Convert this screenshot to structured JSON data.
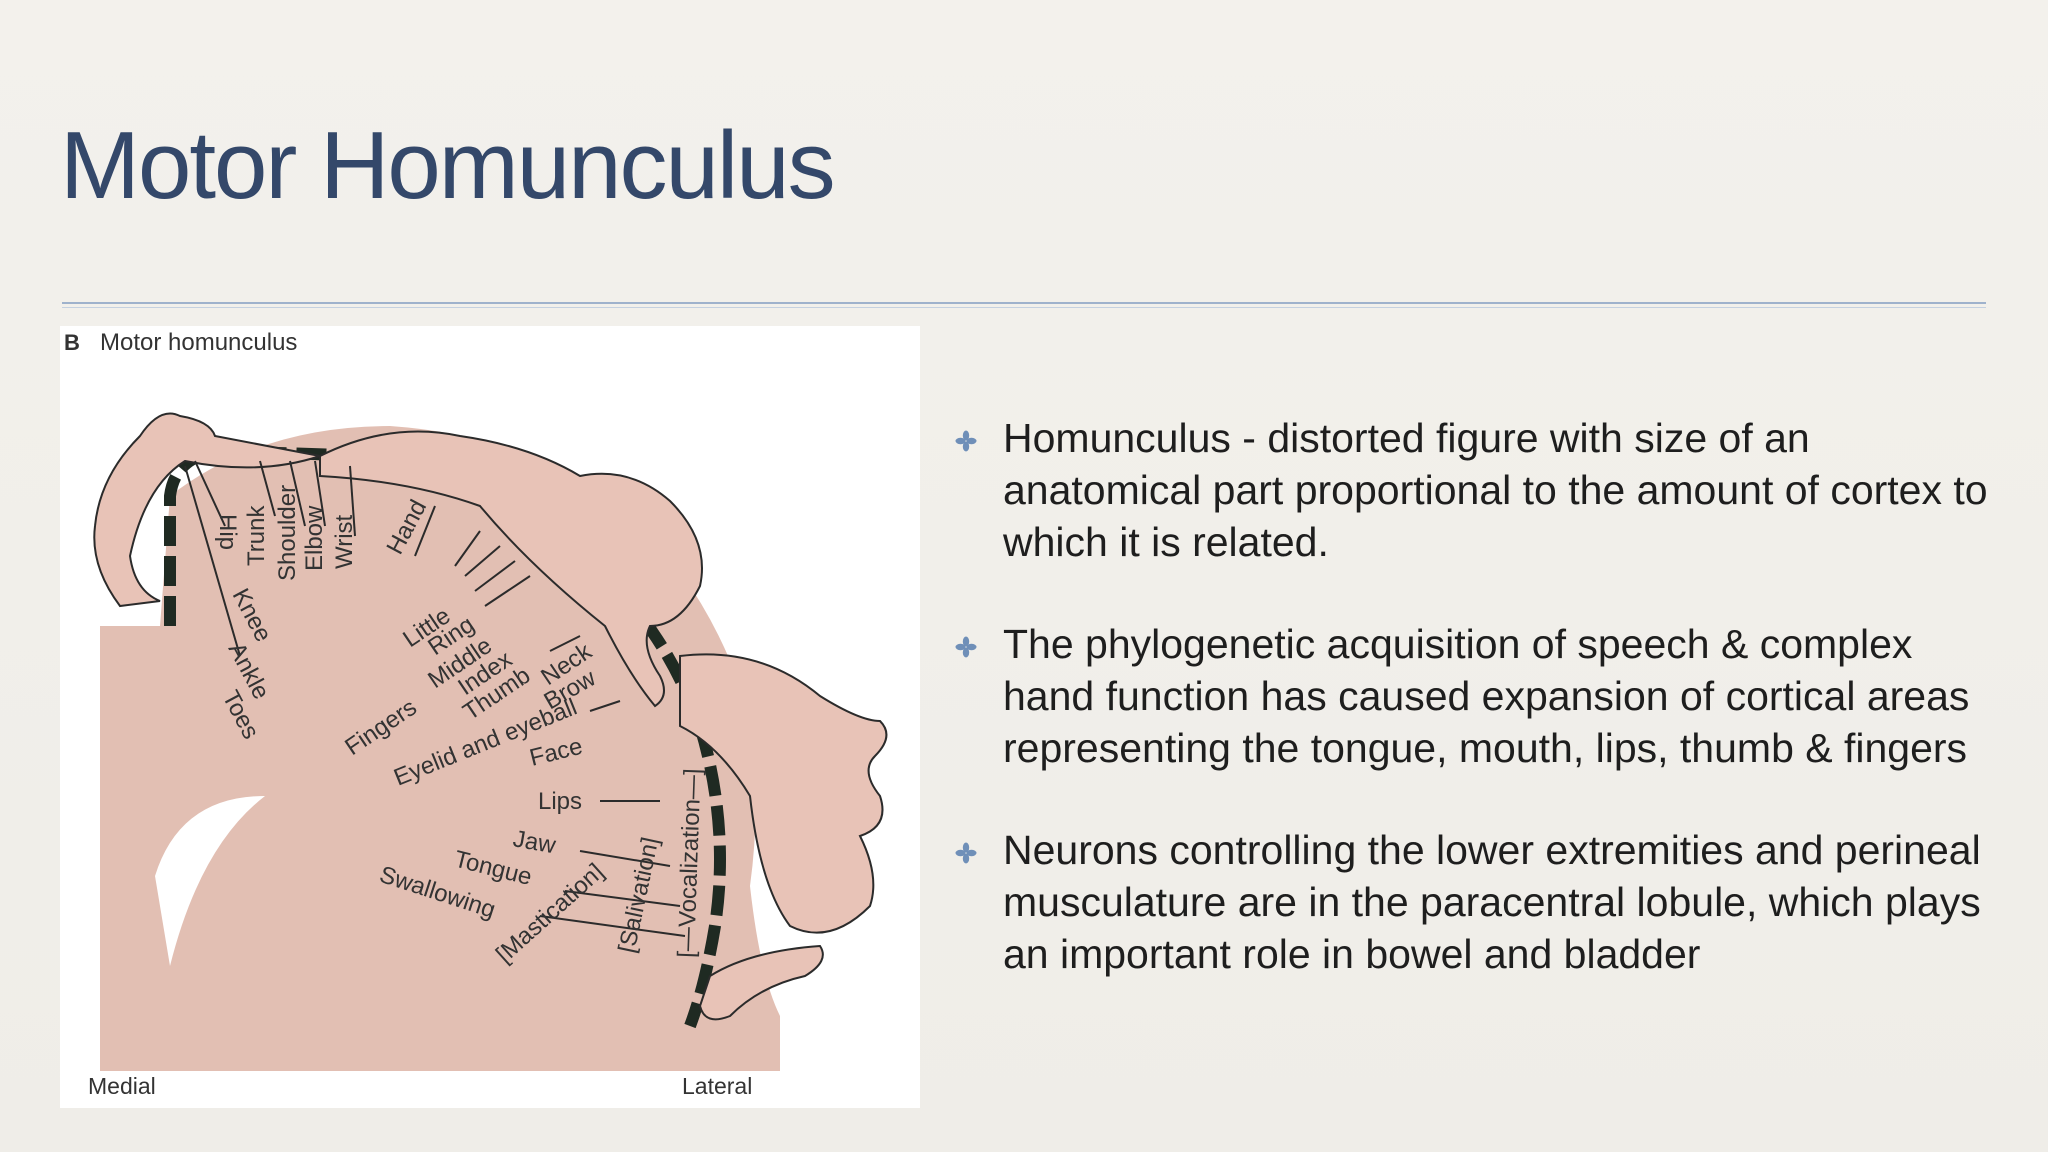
{
  "slide": {
    "title": "Motor Homunculus",
    "accent_color": "#34486a",
    "rule_color": "#9fb2cc"
  },
  "figure": {
    "heading_letter": "B",
    "heading": "Motor homunculus",
    "medial_label": "Medial",
    "lateral_label": "Lateral",
    "labels": {
      "hip": "Hip",
      "trunk": "Trunk",
      "shoulder": "Shoulder",
      "elbow": "Elbow",
      "wrist": "Wrist",
      "hand": "Hand",
      "knee": "Knee",
      "ankle": "Ankle",
      "toes": "Toes",
      "little": "Little",
      "ring": "Ring",
      "middle": "Middle",
      "index": "Index",
      "thumb": "Thumb",
      "fingers": "Fingers",
      "neck": "Neck",
      "brow": "Brow",
      "eyelid": "Eyelid and eyeball",
      "face": "Face",
      "lips": "Lips",
      "jaw": "Jaw",
      "tongue": "Tongue",
      "swallowing": "Swallowing",
      "mastication": "[Mastication]",
      "salivation": "[Salivation]",
      "vocalization": "[—Vocalization—]"
    },
    "colors": {
      "tissue": "#e2bfb3",
      "skin": "#e8c3b7",
      "outline": "#2b2b2b",
      "band": "#1f2a22"
    }
  },
  "bullets": {
    "icon": "four-petal-bullet-icon",
    "items": [
      {
        "text": "Homunculus - distorted figure with size of an anatomical part proportional to the amount of cortex to which it is related."
      },
      {
        "text": "The phylogenetic acquisition of speech & complex hand function has caused expansion of cortical areas representing the tongue, mouth, lips, thumb & fingers"
      },
      {
        "text": "Neurons controlling the lower extremities and perineal musculature are in the paracentral lobule, which plays an important role in bowel and bladder"
      }
    ]
  }
}
